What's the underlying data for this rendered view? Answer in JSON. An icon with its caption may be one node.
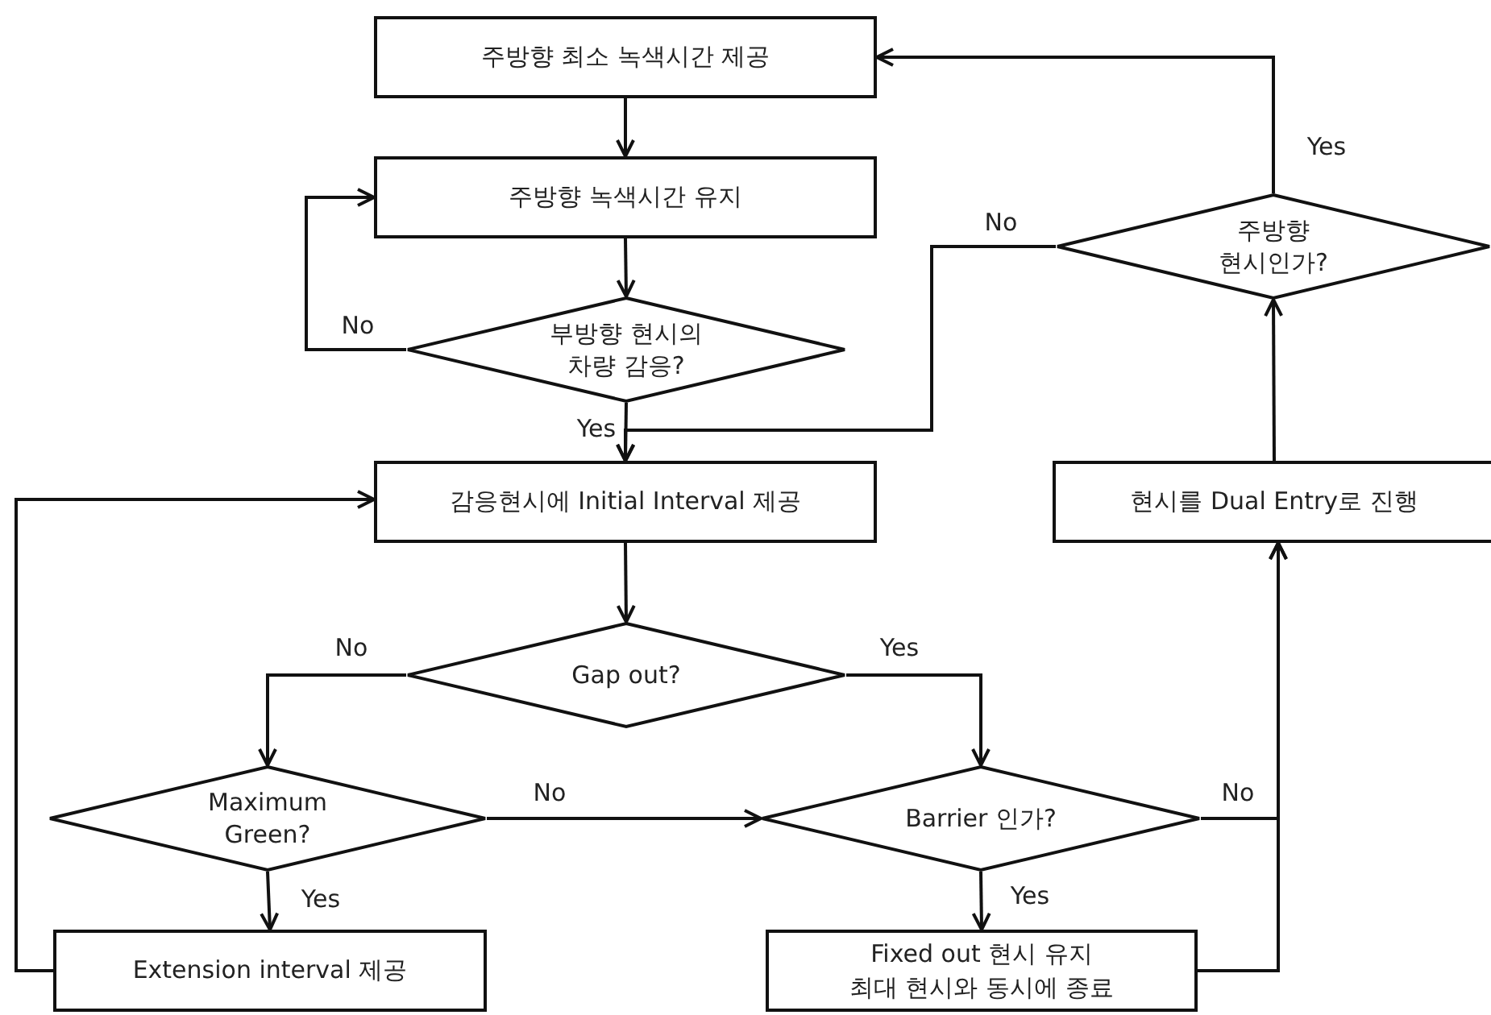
{
  "diagram": {
    "nodes": [
      {
        "text": [
          "주방향 최소 녹색시간 제공"
        ]
      },
      {
        "text": [
          "주방향 녹색시간 유지"
        ]
      },
      {
        "text": [
          "부방향 현시의 차량 감응?"
        ]
      },
      {
        "text": [
          "주방향 현시인가?"
        ]
      },
      {
        "text": [
          "감응현시에 Initial Interval 제공"
        ]
      },
      {
        "text": [
          "현시를 Dual Entry로 진행"
        ]
      },
      {
        "text": [
          "Gap out?"
        ]
      },
      {
        "text": [
          "Maximum Green?"
        ]
      },
      {
        "text": [
          "Barrier 인가?"
        ]
      },
      {
        "text": [
          "Extension interval 제공"
        ]
      },
      {
        "text": [
          "Fixed out 현시 유지 최대 현시와 동시에 종료"
        ]
      }
    ],
    "edges": [
      {
        "from": 0,
        "to": 1,
        "arrow": "to"
      },
      {
        "from": 1,
        "to": 2,
        "arrow": "to"
      },
      {
        "from": 2,
        "to": 1,
        "arrow": "to",
        "label": "No"
      },
      {
        "from": 2,
        "to": 4,
        "arrow": "to",
        "label": "Yes"
      },
      {
        "from": 3,
        "to": 0,
        "arrow": "to",
        "label": "Yes"
      },
      {
        "from": 3,
        "to": 4,
        "arrow": "to",
        "label": "No"
      },
      {
        "from": 4,
        "to": 6,
        "arrow": "to"
      },
      {
        "from": 6,
        "to": 7,
        "arrow": "to",
        "label": "No"
      },
      {
        "from": 6,
        "to": 8,
        "arrow": "to",
        "label": "Yes"
      },
      {
        "from": 7,
        "to": 8,
        "arrow": "to",
        "label": "No"
      },
      {
        "from": 7,
        "to": 9,
        "arrow": "to",
        "label": "Yes"
      },
      {
        "from": 9,
        "to": 4,
        "arrow": "to"
      },
      {
        "from": 8,
        "to": 10,
        "arrow": "to",
        "label": "Yes"
      },
      {
        "from": 8,
        "to": 5,
        "arrow": "to",
        "label": "No"
      },
      {
        "from": 10,
        "to": 5,
        "arrow": "to"
      },
      {
        "from": 5,
        "to": 3,
        "arrow": "to"
      }
    ]
  }
}
